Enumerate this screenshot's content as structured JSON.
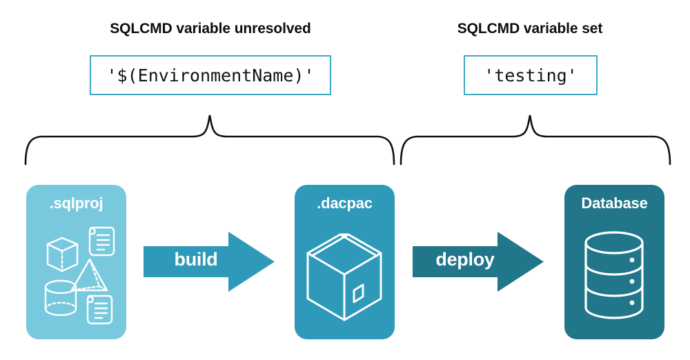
{
  "diagram": {
    "title_left": "SQLCMD variable unresolved",
    "title_right": "SQLCMD variable set",
    "code_left": "'$(EnvironmentName)'",
    "code_right": "'testing'",
    "stages": [
      {
        "label": ".sqlproj",
        "color": "#79C9DE",
        "icons": [
          "cube-icon",
          "pyramid-icon",
          "cylinder-icon",
          "script-icon",
          "script-icon"
        ]
      },
      {
        "label": ".dacpac",
        "color": "#2E99B8",
        "icons": [
          "package-box-icon"
        ]
      },
      {
        "label": "Database",
        "color": "#21768A",
        "icons": [
          "database-cylinder-icon"
        ]
      }
    ],
    "arrows": [
      {
        "label": "build",
        "color": "#2E99B8"
      },
      {
        "label": "deploy",
        "color": "#21768A"
      }
    ],
    "colors": {
      "light_blue": "#79C9DE",
      "medium_teal": "#2E99B8",
      "dark_teal": "#21768A",
      "border_teal": "#3FA9C4",
      "text_dark": "#0d0d0d",
      "background": "#ffffff"
    }
  }
}
